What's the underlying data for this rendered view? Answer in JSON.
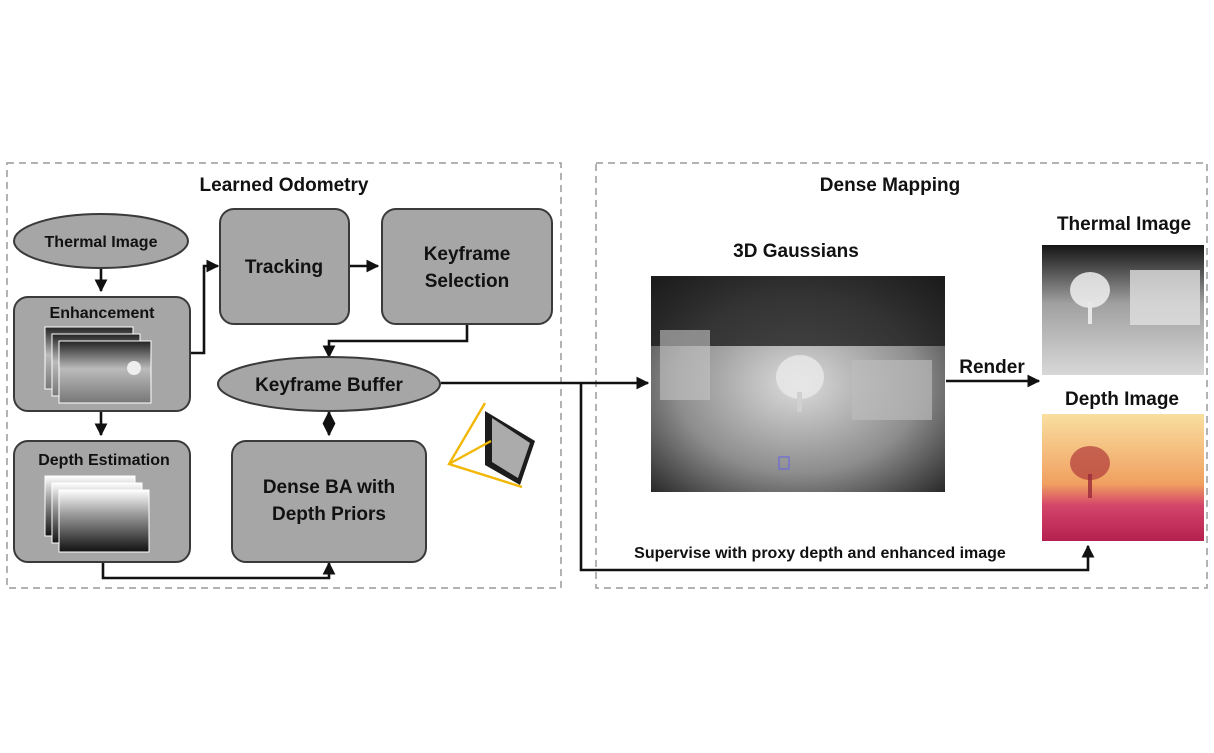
{
  "sections": {
    "odometry_title": "Learned Odometry",
    "mapping_title": "Dense Mapping"
  },
  "nodes": {
    "thermal_input": "Thermal Image",
    "enhancement": "Enhancement",
    "depth_estimation": "Depth Estimation",
    "tracking": "Tracking",
    "keyframe_selection_1": "Keyframe",
    "keyframe_selection_2": "Selection",
    "keyframe_buffer": "Keyframe Buffer",
    "dense_ba_1": "Dense BA with",
    "dense_ba_2": "Depth Priors"
  },
  "mapping": {
    "gaussians_title": "3D Gaussians",
    "render_label": "Render",
    "thermal_output": "Thermal Image",
    "depth_output": "Depth Image",
    "supervise_label": "Supervise with proxy depth and enhanced image"
  },
  "colors": {
    "node_fill": "#a6a6a6",
    "camera_frustum": "#f2b705",
    "depth_warm": "#f5c26b",
    "depth_base": "#c0285a"
  }
}
